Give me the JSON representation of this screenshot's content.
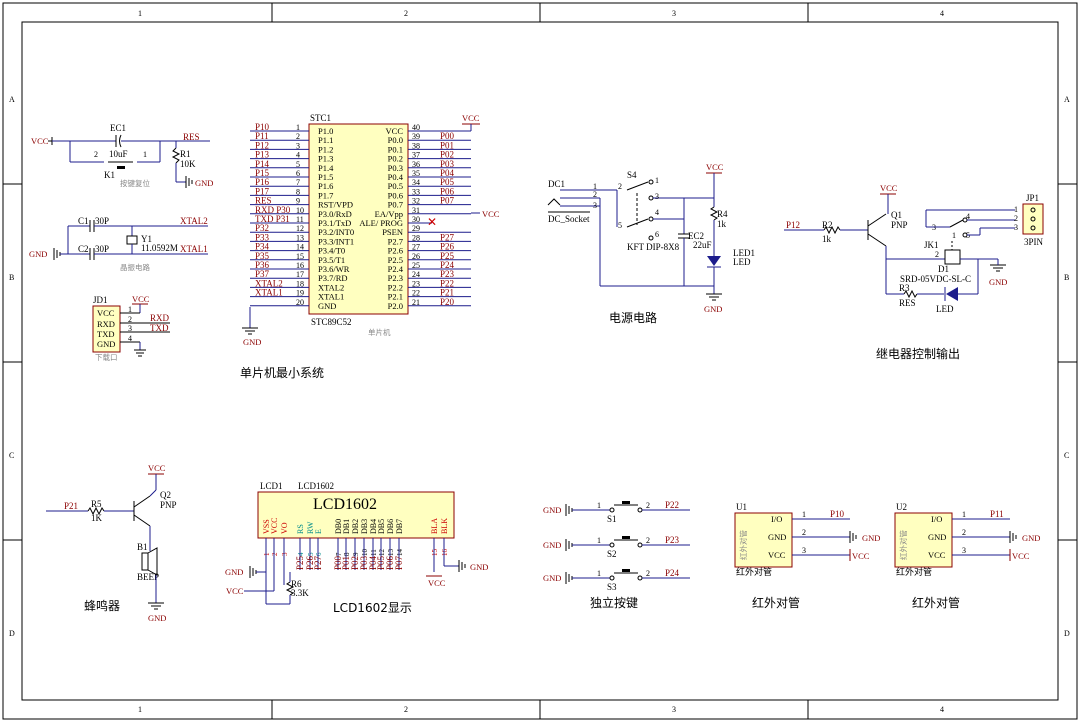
{
  "frame": {
    "columns": [
      "1",
      "2",
      "3",
      "4"
    ],
    "rows": [
      "A",
      "B",
      "C",
      "D"
    ]
  },
  "reset": {
    "vcc": "VCC",
    "cap_ref": "EC1",
    "cap_val": "10uF",
    "pin2": "2",
    "pin1": "1",
    "switch_ref": "K1",
    "res_ref": "R1",
    "res_val": "10K",
    "net": "RES",
    "gnd": "GND",
    "subtitle": "按键复位"
  },
  "crystal": {
    "c1_ref": "C1",
    "c1_val": "30P",
    "c2_ref": "C2",
    "c2_val": "30P",
    "y_ref": "Y1",
    "y_val": "11.0592M",
    "xtal1": "XTAL1",
    "xtal2": "XTAL2",
    "gnd": "GND",
    "subtitle": "晶振电路"
  },
  "jd1": {
    "ref": "JD1",
    "vcc": "VCC",
    "pins": [
      "VCC",
      "RXD",
      "TXD",
      "GND"
    ],
    "nums": [
      "1",
      "2",
      "3",
      "4"
    ],
    "nets": [
      "RXD",
      "TXD"
    ],
    "caption": "下载口"
  },
  "mcu": {
    "ref": "STC1",
    "part": "STC89C52",
    "label": "单片机",
    "vcc": "VCC",
    "gnd": "GND",
    "left": [
      {
        "net": "P10",
        "num": "1",
        "name": "P1.0"
      },
      {
        "net": "P11",
        "num": "2",
        "name": "P1.1"
      },
      {
        "net": "P12",
        "num": "3",
        "name": "P1.2"
      },
      {
        "net": "P13",
        "num": "4",
        "name": "P1.3"
      },
      {
        "net": "P14",
        "num": "5",
        "name": "P1.4"
      },
      {
        "net": "P15",
        "num": "6",
        "name": "P1.5"
      },
      {
        "net": "P16",
        "num": "7",
        "name": "P1.6"
      },
      {
        "net": "P17",
        "num": "8",
        "name": "P1.7"
      },
      {
        "net": "RES",
        "num": "9",
        "name": "RST/VPD"
      },
      {
        "net": "RXD P30",
        "num": "10",
        "name": "P3.0/RxD"
      },
      {
        "net": "TXD P31",
        "num": "11",
        "name": "P3.1/TxD"
      },
      {
        "net": "P32",
        "num": "12",
        "name": "P3.2/INT0"
      },
      {
        "net": "P33",
        "num": "13",
        "name": "P3.3/INT1"
      },
      {
        "net": "P34",
        "num": "14",
        "name": "P3.4/T0"
      },
      {
        "net": "P35",
        "num": "15",
        "name": "P3.5/T1"
      },
      {
        "net": "P36",
        "num": "16",
        "name": "P3.6/WR"
      },
      {
        "net": "P37",
        "num": "17",
        "name": "P3.7/RD"
      },
      {
        "net": "XTAL2",
        "num": "18",
        "name": "XTAL2"
      },
      {
        "net": "XTAL1",
        "num": "19",
        "name": "XTAL1"
      },
      {
        "net": "",
        "num": "20",
        "name": "GND"
      }
    ],
    "right": [
      {
        "net": "",
        "num": "40",
        "name": "VCC"
      },
      {
        "net": "P00",
        "num": "39",
        "name": "P0.0"
      },
      {
        "net": "P01",
        "num": "38",
        "name": "P0.1"
      },
      {
        "net": "P02",
        "num": "37",
        "name": "P0.2"
      },
      {
        "net": "P03",
        "num": "36",
        "name": "P0.3"
      },
      {
        "net": "P04",
        "num": "35",
        "name": "P0.4"
      },
      {
        "net": "P05",
        "num": "34",
        "name": "P0.5"
      },
      {
        "net": "P06",
        "num": "33",
        "name": "P0.6"
      },
      {
        "net": "P07",
        "num": "32",
        "name": "P0.7"
      },
      {
        "net": "",
        "num": "31",
        "name": "EA/Vpp"
      },
      {
        "net": "",
        "num": "30",
        "name": "ALE/ PROG"
      },
      {
        "net": "",
        "num": "29",
        "name": "PSEN"
      },
      {
        "net": "P27",
        "num": "28",
        "name": "P2.7"
      },
      {
        "net": "P26",
        "num": "27",
        "name": "P2.6"
      },
      {
        "net": "P25",
        "num": "26",
        "name": "P2.5"
      },
      {
        "net": "P24",
        "num": "25",
        "name": "P2.4"
      },
      {
        "net": "P23",
        "num": "24",
        "name": "P2.3"
      },
      {
        "net": "P22",
        "num": "23",
        "name": "P2.2"
      },
      {
        "net": "P21",
        "num": "22",
        "name": "P2.1"
      },
      {
        "net": "P20",
        "num": "21",
        "name": "P2.0"
      }
    ],
    "caption": "单片机最小系统"
  },
  "power": {
    "dc_ref": "DC1",
    "dc_part": "DC_Socket",
    "sw_ref": "S4",
    "sw_part": "KFT DIP-8X8",
    "vcc": "VCC",
    "r_ref": "R4",
    "r_val": "1k",
    "c_ref": "EC2",
    "c_val": "22uF",
    "led_ref": "LED1",
    "led_val": "LED",
    "gnd": "GND",
    "pins": [
      "1",
      "2",
      "3",
      "4",
      "5",
      "6",
      "1",
      "2",
      "3"
    ],
    "caption": "电源电路"
  },
  "relay": {
    "net": "P12",
    "r_ref": "R2",
    "r_val": "1k",
    "q_ref": "Q1",
    "q_val": "PNP",
    "vcc": "VCC",
    "jk_ref": "JK1",
    "jk_part": "SRD-05VDC-SL-C",
    "d_ref": "D1",
    "r3_ref": "R3",
    "r3_net": "RES",
    "led": "LED",
    "jp_ref": "JP1",
    "jp_part": "3PIN",
    "gnd": "GND",
    "pins": [
      "4",
      "3",
      "1",
      "5",
      "2",
      "1",
      "2",
      "3"
    ],
    "caption": "继电器控制输出"
  },
  "buzzer": {
    "net": "P21",
    "r_ref": "R5",
    "r_val": "1K",
    "q_ref": "Q2",
    "q_val": "PNP",
    "vcc": "VCC",
    "b_ref": "B1",
    "b_val": "BEEP",
    "gnd": "GND",
    "caption": "蜂鸣器"
  },
  "lcd": {
    "ref": "LCD1",
    "part": "LCD1602",
    "title": "LCD1602",
    "pins": [
      "VSS",
      "VCC",
      "VO",
      "RS",
      "RW",
      "E",
      "DB0",
      "DB1",
      "DB2",
      "DB3",
      "DB4",
      "DB5",
      "DB6",
      "DB7",
      "BLA",
      "BLK"
    ],
    "nums": [
      "1",
      "2",
      "3",
      "4",
      "5",
      "6",
      "7",
      "8",
      "9",
      "10",
      "11",
      "12",
      "13",
      "14",
      "15",
      "16"
    ],
    "nets": [
      "P25",
      "P26",
      "P27",
      "P00",
      "P01",
      "P02",
      "P03",
      "P04",
      "P05",
      "P06",
      "P07"
    ],
    "gnd": "GND",
    "vcc": "VCC",
    "r_ref": "R6",
    "r_val": "3.3K",
    "caption": "LCD1602显示"
  },
  "keys": {
    "gnd": "GND",
    "items": [
      {
        "ref": "S1",
        "net": "P22",
        "p1": "1",
        "p2": "2"
      },
      {
        "ref": "S2",
        "net": "P23",
        "p1": "1",
        "p2": "2"
      },
      {
        "ref": "S3",
        "net": "P24",
        "p1": "1",
        "p2": "2"
      }
    ],
    "caption": "独立按键"
  },
  "ir1": {
    "ref": "U1",
    "pins": [
      "I/O",
      "GND",
      "VCC"
    ],
    "nums": [
      "1",
      "2",
      "3"
    ],
    "net": "P10",
    "gnd": "GND",
    "vcc": "VCC",
    "body": "红外对管",
    "sub": "红外对管",
    "caption": "红外对管"
  },
  "ir2": {
    "ref": "U2",
    "pins": [
      "I/O",
      "GND",
      "VCC"
    ],
    "nums": [
      "1",
      "2",
      "3"
    ],
    "net": "P11",
    "gnd": "GND",
    "vcc": "VCC",
    "body": "红外对管",
    "sub": "红外对管",
    "caption": "红外对管"
  }
}
